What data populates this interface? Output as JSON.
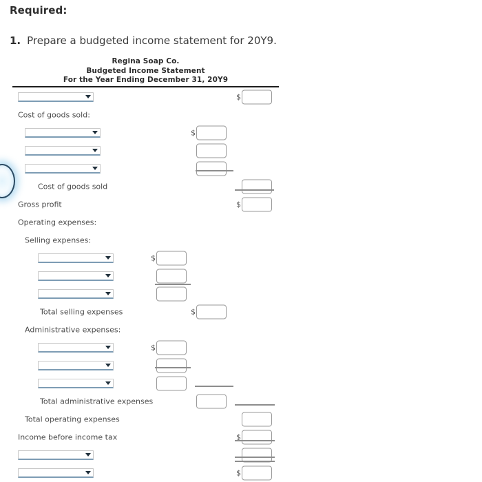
{
  "prompt": {
    "required_label": "Required:",
    "item_number": "1.",
    "item_text": "Prepare a budgeted income statement for 20Y9."
  },
  "statement": {
    "company": "Regina Soap Co.",
    "title": "Budgeted Income Statement",
    "period": "For the Year Ending December 31, 20Y9"
  },
  "currency_symbol": "$",
  "dropdown_icon": "chevron-down-icon",
  "select_value": "",
  "input_value": "",
  "rows": {
    "sales_select": "",
    "cogs_header": "Cost of goods sold:",
    "cogs_item_1": "",
    "cogs_item_2": "",
    "cogs_item_3": "",
    "cogs_total": "Cost of goods sold",
    "gross_profit": "Gross profit",
    "operating_expenses": "Operating expenses:",
    "selling_expenses": "Selling expenses:",
    "selling_item_1": "",
    "selling_item_2": "",
    "selling_item_3": "",
    "total_selling": "Total selling expenses",
    "admin_expenses": "Administrative expenses:",
    "admin_item_1": "",
    "admin_item_2": "",
    "admin_item_3": "",
    "total_admin": "Total administrative expenses",
    "total_operating": "Total operating expenses",
    "income_before_tax": "Income before income tax",
    "tax_select": "",
    "net_income_select": ""
  },
  "colors": {
    "select_underline": "#7d9cb4",
    "header_rule": "#1d1d1d",
    "box_border": "#9a9a9a",
    "text": "#4a4a4a"
  }
}
